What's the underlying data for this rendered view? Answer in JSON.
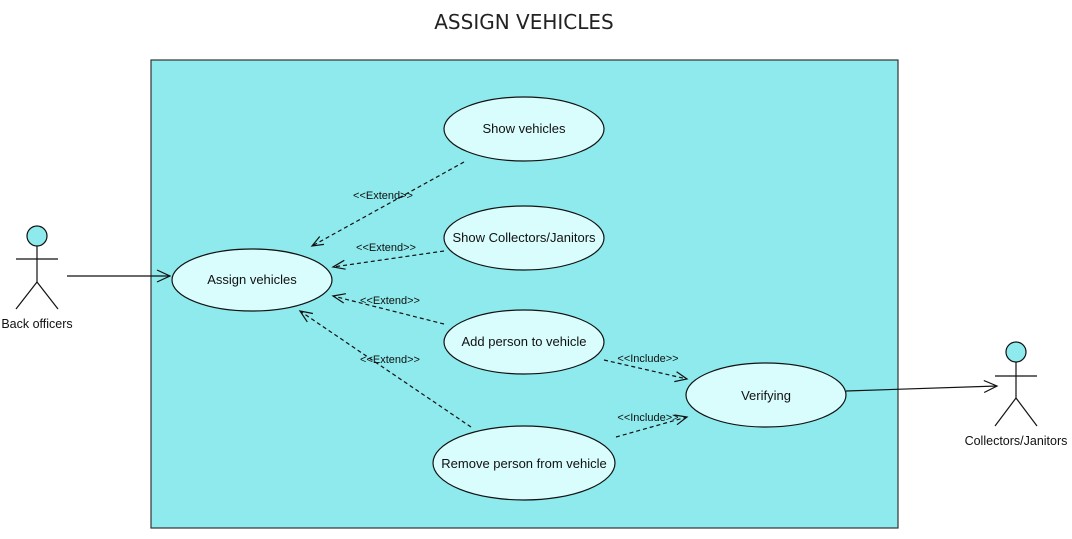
{
  "diagram": {
    "title": "ASSIGN VEHICLES",
    "colors": {
      "system_fill": "#8eeaec",
      "system_stroke": "#333333",
      "usecase_fill": "#d9fcfd",
      "actor_head_fill": "#8eeaec",
      "line": "#111111"
    },
    "actors": {
      "back_officers": "Back officers",
      "collectors_janitors": "Collectors/Janitors"
    },
    "use_cases": {
      "assign_vehicles": "Assign vehicles",
      "show_vehicles": "Show vehicles",
      "show_collectors": "Show Collectors/Janitors",
      "add_person": "Add person to vehicle",
      "remove_person": "Remove person from vehicle",
      "verifying": "Verifying"
    },
    "stereotypes": {
      "extend": "<<Extend>>",
      "include": "<<Include>>"
    }
  }
}
